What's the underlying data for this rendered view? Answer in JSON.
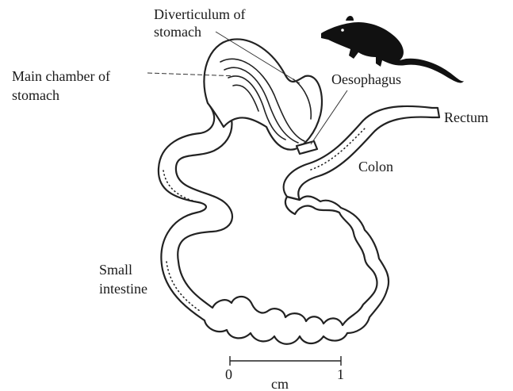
{
  "labels": {
    "diverticulum_line1": "Diverticulum of",
    "diverticulum_line2": "stomach",
    "main_chamber_line1": "Main chamber of",
    "main_chamber_line2": "stomach",
    "oesophagus": "Oesophagus",
    "rectum": "Rectum",
    "colon": "Colon",
    "small_intestine_line1": "Small",
    "small_intestine_line2": "intestine"
  },
  "scale_bar": {
    "start": "0",
    "end": "1",
    "unit": "cm"
  },
  "icons": {
    "animal": "shrew-silhouette-icon"
  },
  "colors": {
    "ink": "#222222",
    "background": "#ffffff"
  }
}
